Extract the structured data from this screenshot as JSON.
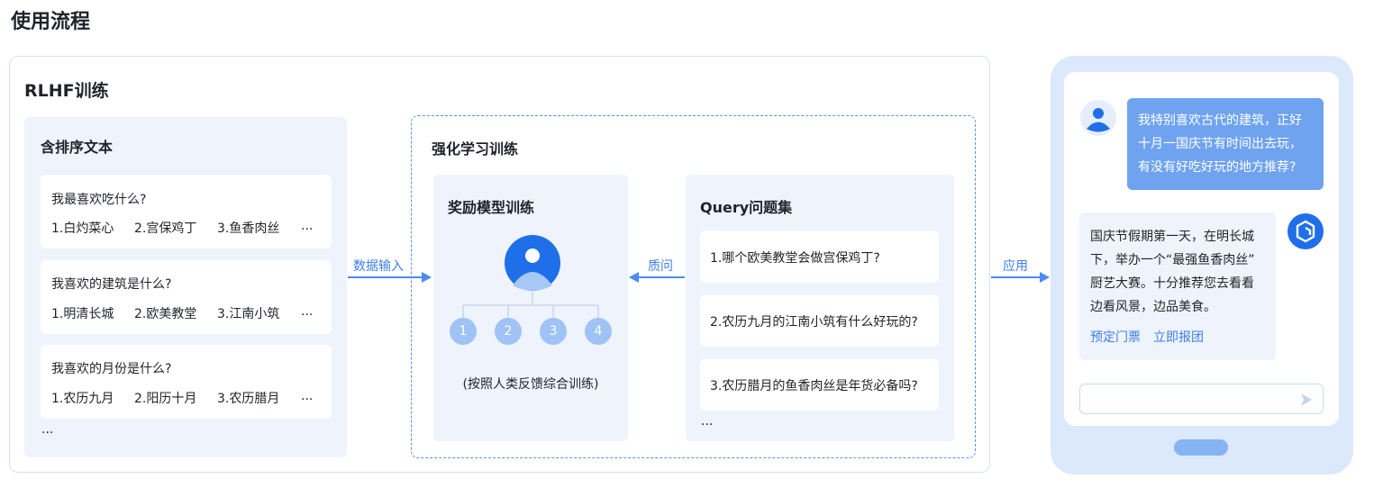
{
  "page_title": "使用流程",
  "rlhf": {
    "title": "RLHF训练",
    "ranked_text": {
      "title": "含排序文本",
      "cards": [
        {
          "question": "我最喜欢吃什么?",
          "options": [
            "1.白灼菜心",
            "2.宫保鸡丁",
            "3.鱼香肉丝",
            "..."
          ]
        },
        {
          "question": "我喜欢的建筑是什么?",
          "options": [
            "1.明清长城",
            "2.欧美教堂",
            "3.江南小筑",
            "..."
          ]
        },
        {
          "question": "我喜欢的月份是什么?",
          "options": [
            "1.农历九月",
            "2.阳历十月",
            "3.农历腊月",
            "..."
          ]
        }
      ],
      "more": "..."
    },
    "data_input_label": "数据输入",
    "rl_training": {
      "title": "强化学习训练",
      "reward_model": {
        "title": "奖励模型训练",
        "nodes": [
          "1",
          "2",
          "3",
          "4"
        ],
        "caption": "(按照人类反馈综合训练)"
      },
      "query_label": "质问",
      "query_set": {
        "title": "Query问题集",
        "items": [
          "1.哪个欧美教堂会做宫保鸡丁?",
          "2.农历九月的江南小筑有什么好玩的?",
          "3.农历腊月的鱼香肉丝是年货必备吗?"
        ],
        "more": "..."
      }
    }
  },
  "apply_label": "应用",
  "phone": {
    "user_message": "我特别喜欢古代的建筑，正好十月一国庆节有时间出去玩，有没有好吃好玩的地方推荐?",
    "user_lines": [
      "我特别喜欢古代的建筑，正好",
      "十月一国庆节有时间出去玩，",
      "有没有好吃好玩的地方推荐?"
    ],
    "bot_lines": [
      "国庆节假期第一天，在明长城",
      "下，举办一个“最强鱼香肉丝”",
      "厨艺大赛。十分推荐您去看看",
      "边看风景，边品美食。"
    ],
    "links": [
      "预定门票",
      "立即报团"
    ]
  },
  "colors": {
    "accent": "#3f7ee8",
    "panel": "#eef3fc",
    "phone": "#dce8fb"
  }
}
